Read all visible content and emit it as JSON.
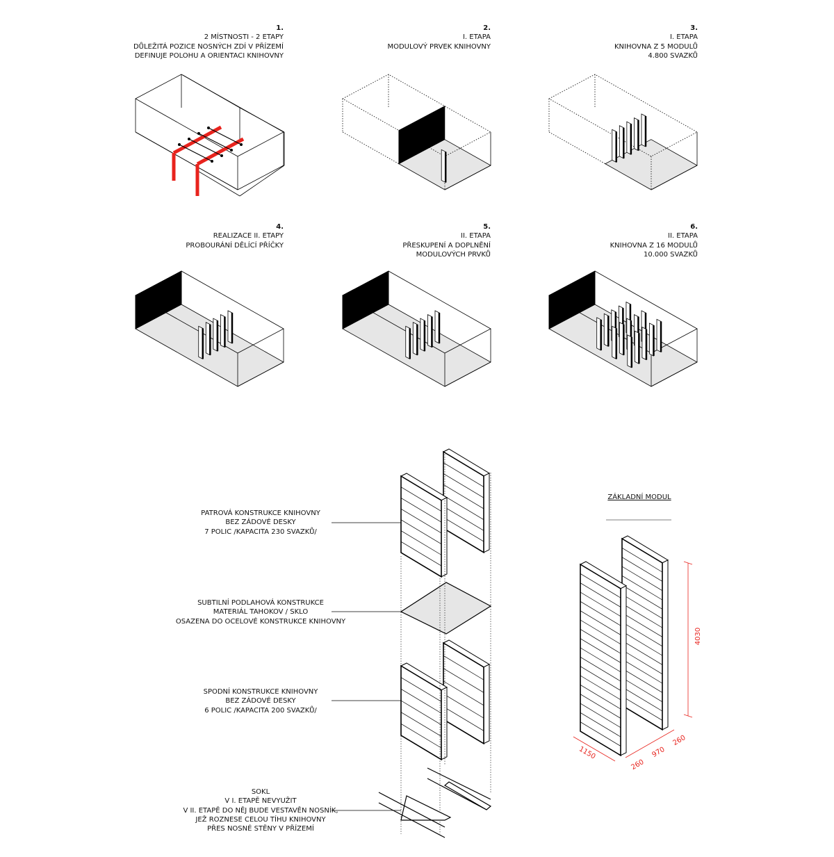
{
  "panels": [
    {
      "num": "1.",
      "lines": [
        "2 MÍSTNOSTI - 2 ETAPY",
        "DŮLEŽITÁ POZICE NOSNÝCH ZDÍ V PŘÍZEMÍ",
        "DEFINUJE POLOHU A ORIENTACI KNIHOVNY"
      ]
    },
    {
      "num": "2.",
      "lines": [
        "I. ETAPA",
        "MODULOVÝ PRVEK KNIHOVNY"
      ]
    },
    {
      "num": "3.",
      "lines": [
        "I. ETAPA",
        "KNIHOVNA Z 5 MODULŮ",
        "4.800 SVAZKŮ"
      ]
    },
    {
      "num": "4.",
      "lines": [
        "REALIZACE II. ETAPY",
        "PROBOURÁNÍ DĚLÍCÍ PŘÍČKY"
      ]
    },
    {
      "num": "5.",
      "lines": [
        "II. ETAPA",
        "PŘESKUPENÍ A DOPLNĚNÍ",
        "MODULOVÝCH PRVKŮ"
      ]
    },
    {
      "num": "6.",
      "lines": [
        "II. ETAPA",
        "KNIHOVNA Z 16 MODULŮ",
        "10.000 SVAZKŮ"
      ]
    }
  ],
  "labels": [
    [
      "PATROVÁ KONSTRUKCE KNIHOVNY",
      "BEZ ZÁDOVÉ DESKY",
      "7 POLIC /KAPACITA 230 SVAZKŮ/"
    ],
    [
      "SUBTILNÍ PODLAHOVÁ KONSTRUKCE",
      "MATERIÁL TAHOKOV / SKLO",
      "OSAZENA DO OCELOVÉ KONSTRUKCE KNIHOVNY"
    ],
    [
      "SPODNÍ KONSTRUKCE KNIHOVNY",
      "BEZ ZÁDOVÉ DESKY",
      "6 POLIC /KAPACITA 200 SVAZKŮ/"
    ],
    [
      "SOKL",
      "V I. ETAPĚ NEVYUŽIT",
      "V II. ETAPĚ DO NĚJ BUDE VESTAVĚN NOSNÍK,",
      "JEŽ ROZNESE CELOU TÍHU KNIHOVNY",
      "PŘES NOSNÉ STĚNY V PŘÍZEMÍ"
    ]
  ],
  "module": {
    "title": "ZÁKLADNÍ MODUL",
    "dims": {
      "height": "4030",
      "length": "1150",
      "depth_a": "260",
      "width": "970",
      "depth_b": "260"
    }
  },
  "colors": {
    "accent": "#e8231d",
    "floor": "#e6e6e6",
    "wall": "#000000"
  }
}
